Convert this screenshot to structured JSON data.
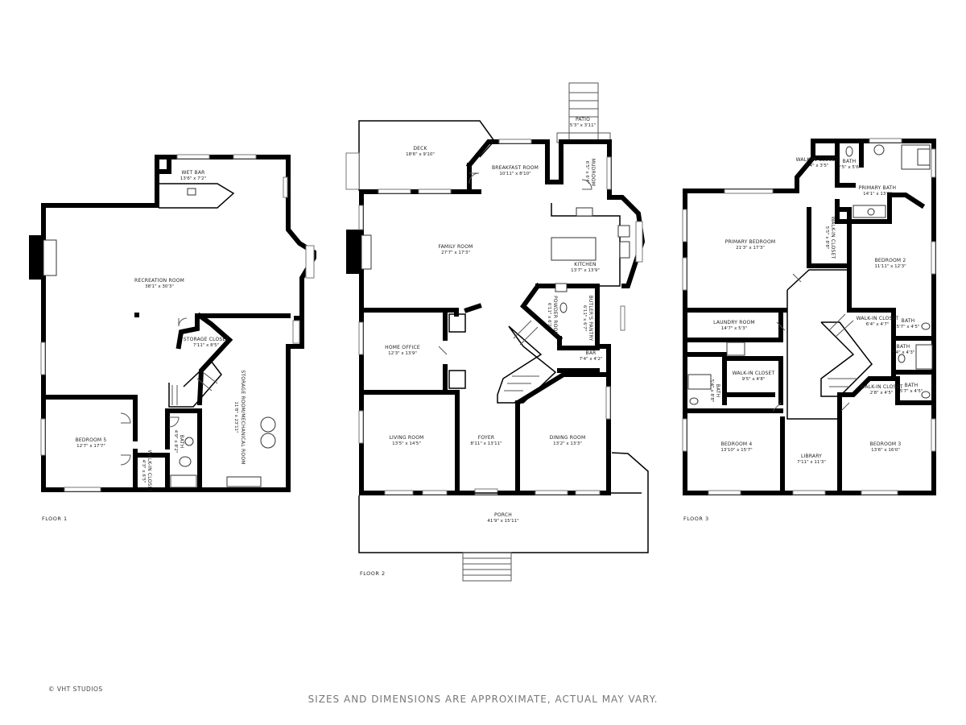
{
  "floors": [
    {
      "label": "FLOOR 1",
      "rooms": [
        {
          "name": "WET BAR",
          "dim": "13'6\" x 7'2\""
        },
        {
          "name": "RECREATION ROOM",
          "dim": "38'1\" x 30'3\""
        },
        {
          "name": "STORAGE CLOSET",
          "dim": "7'11\" x 8'5\""
        },
        {
          "name": "STORAGE ROOM/MECHANICAL ROOM",
          "dim": "11'8\" x 23'11\""
        },
        {
          "name": "BEDROOM 5",
          "dim": "12'7\" x 17'7\""
        },
        {
          "name": "WALK-IN CLOSET",
          "dim": "4'3\" x 6'5\""
        },
        {
          "name": "BATH",
          "dim": "4'9\" x 8'2\""
        }
      ]
    },
    {
      "label": "FLOOR 2",
      "rooms": [
        {
          "name": "PATIO",
          "dim": "5'3\" x 3'11\""
        },
        {
          "name": "DECK",
          "dim": "18'6\" x 9'10\""
        },
        {
          "name": "BREAKFAST ROOM",
          "dim": "10'11\" x 8'10\""
        },
        {
          "name": "MUDROOM",
          "dim": "6'5\" x 6'4\""
        },
        {
          "name": "FAMILY ROOM",
          "dim": "27'7\" x 17'3\""
        },
        {
          "name": "KITCHEN",
          "dim": "13'7\" x 13'9\""
        },
        {
          "name": "POWDER ROOM",
          "dim": "6'11\" x 6'2\""
        },
        {
          "name": "BUTLER'S PANTRY",
          "dim": "6'11\" x 6'7\""
        },
        {
          "name": "BAR",
          "dim": "7'4\" x 4'2\""
        },
        {
          "name": "HOME OFFICE",
          "dim": "12'3\" x 13'9\""
        },
        {
          "name": "LIVING ROOM",
          "dim": "13'5\" x 14'5\""
        },
        {
          "name": "FOYER",
          "dim": "8'11\" x 13'11\""
        },
        {
          "name": "DINING ROOM",
          "dim": "13'2\" x 13'3\""
        },
        {
          "name": "PORCH",
          "dim": "41'9\" x 15'11\""
        }
      ]
    },
    {
      "label": "FLOOR 3",
      "rooms": [
        {
          "name": "WALK-IN CLOSET",
          "dim": "5'4\" x 3'5\""
        },
        {
          "name": "BATH",
          "dim": "2'5\" x 5'6\""
        },
        {
          "name": "PRIMARY BATH",
          "dim": "14'1\" x 13'3\""
        },
        {
          "name": "PRIMARY BEDROOM",
          "dim": "21'3\" x 17'3\""
        },
        {
          "name": "WALK-IN CLOSET",
          "dim": "5'5\" x 8'8\""
        },
        {
          "name": "BEDROOM 2",
          "dim": "11'11\" x 12'3\""
        },
        {
          "name": "LAUNDRY ROOM",
          "dim": "14'7\" x 5'3\""
        },
        {
          "name": "WALK-IN CLOSET",
          "dim": "6'4\" x 4'7\""
        },
        {
          "name": "BATH",
          "dim": "5'7\" x 4'5\""
        },
        {
          "name": "BATH",
          "dim": "7'4\" x 4'3\""
        },
        {
          "name": "WALK-IN CLOSET",
          "dim": "9'5\" x 4'8\""
        },
        {
          "name": "BATH",
          "dim": "5'4\" x 8'8\""
        },
        {
          "name": "WALK-IN CLOSET",
          "dim": "2'8\" x 4'5\""
        },
        {
          "name": "BATH",
          "dim": "5'7\" x 4'5\""
        },
        {
          "name": "BEDROOM 4",
          "dim": "13'10\" x 15'7\""
        },
        {
          "name": "LIBRARY",
          "dim": "7'11\" x 11'3\""
        },
        {
          "name": "BEDROOM 3",
          "dim": "13'6\" x 16'0\""
        }
      ]
    }
  ],
  "copyright": "© VHT STUDIOS",
  "disclaimer": "SIZES AND DIMENSIONS ARE APPROXIMATE, ACTUAL MAY VARY."
}
